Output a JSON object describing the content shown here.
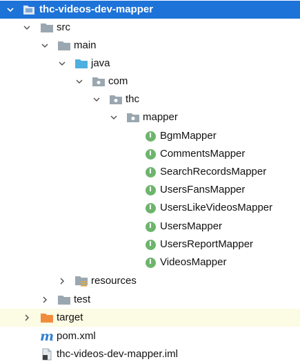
{
  "project": {
    "name": "thc-videos-dev-mapper",
    "expanded": true,
    "icon": "project-module-icon",
    "accent": "#1e73d8"
  },
  "tree": [
    {
      "id": "src",
      "label": "src",
      "icon": "folder-icon",
      "expanded": true
    },
    {
      "id": "main",
      "label": "main",
      "icon": "folder-icon",
      "expanded": true
    },
    {
      "id": "java",
      "label": "java",
      "icon": "source-root-folder-icon",
      "expanded": true
    },
    {
      "id": "com",
      "label": "com",
      "icon": "package-icon",
      "expanded": true
    },
    {
      "id": "thc",
      "label": "thc",
      "icon": "package-icon",
      "expanded": true
    },
    {
      "id": "mapper",
      "label": "mapper",
      "icon": "package-icon",
      "expanded": true
    },
    {
      "id": "bgm",
      "label": "BgmMapper",
      "icon": "interface-icon"
    },
    {
      "id": "comments",
      "label": "CommentsMapper",
      "icon": "interface-icon"
    },
    {
      "id": "searchrecords",
      "label": "SearchRecordsMapper",
      "icon": "interface-icon"
    },
    {
      "id": "usersfans",
      "label": "UsersFansMapper",
      "icon": "interface-icon"
    },
    {
      "id": "userslikevideos",
      "label": "UsersLikeVideosMapper",
      "icon": "interface-icon"
    },
    {
      "id": "users",
      "label": "UsersMapper",
      "icon": "interface-icon"
    },
    {
      "id": "usersreport",
      "label": "UsersReportMapper",
      "icon": "interface-icon"
    },
    {
      "id": "videos",
      "label": "VideosMapper",
      "icon": "interface-icon"
    },
    {
      "id": "resources",
      "label": "resources",
      "icon": "resources-folder-icon",
      "expanded": false
    },
    {
      "id": "test",
      "label": "test",
      "icon": "folder-icon",
      "expanded": false
    },
    {
      "id": "target",
      "label": "target",
      "icon": "excluded-folder-icon",
      "expanded": false
    },
    {
      "id": "pom",
      "label": "pom.xml",
      "icon": "maven-icon"
    },
    {
      "id": "iml",
      "label": "thc-videos-dev-mapper.iml",
      "icon": "module-file-icon"
    }
  ],
  "interface_badge_letter": "I",
  "maven_letter": "m",
  "colors": {
    "selection": "#1e73d8",
    "folder": "#9aa7b0",
    "source_folder": "#4fb0e0",
    "excluded_folder": "#f28c3c",
    "interface_badge": "#6db56d",
    "ignored_row_bg": "#fcfbe4"
  }
}
